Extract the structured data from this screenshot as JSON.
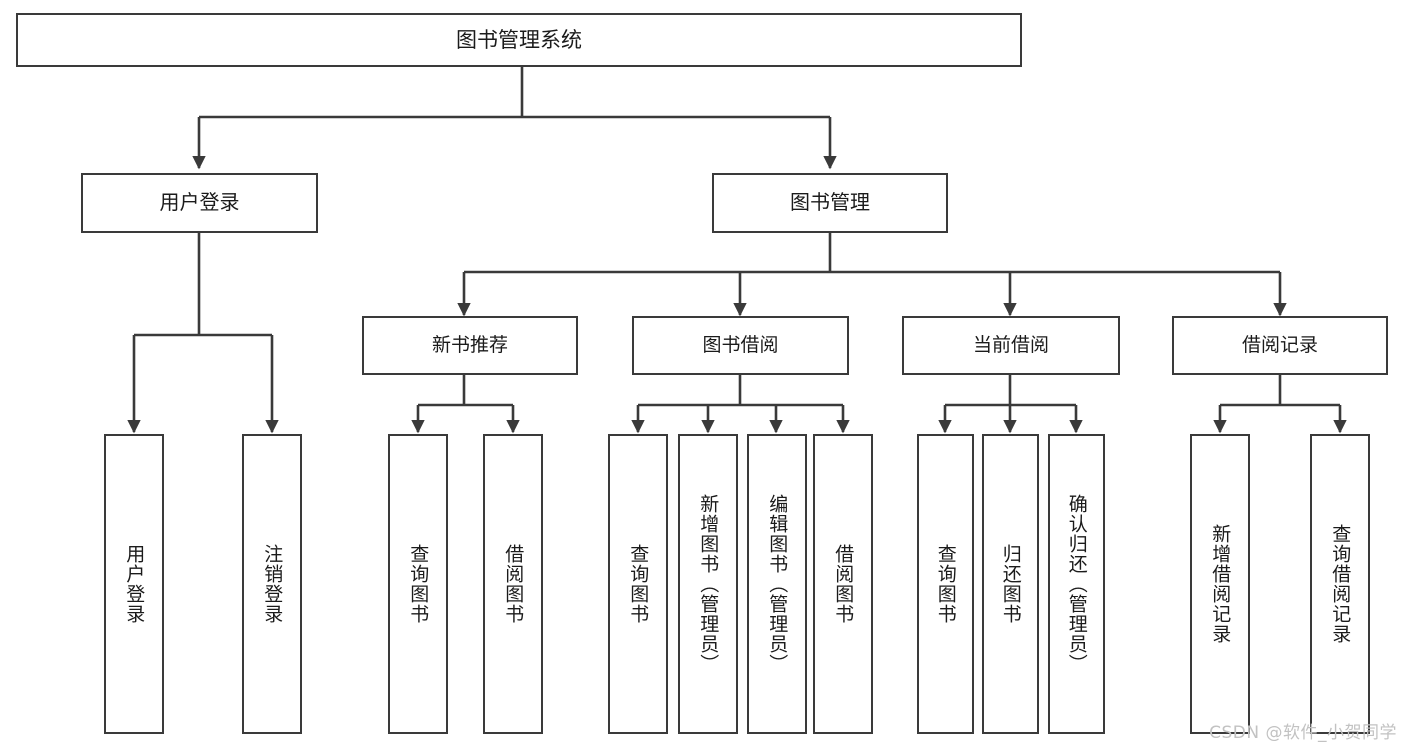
{
  "diagram": {
    "title": "图书管理系统",
    "type": "tree-hierarchy-chart",
    "line_color": "#3a3a3a",
    "box_fill": "#ffffff",
    "text_color": "#1b1b1b",
    "root": {
      "label": "图书管理系统"
    },
    "level1": [
      {
        "label": "用户登录"
      },
      {
        "label": "图书管理"
      }
    ],
    "level2": [
      {
        "label": "新书推荐"
      },
      {
        "label": "图书借阅"
      },
      {
        "label": "当前借阅"
      },
      {
        "label": "借阅记录"
      }
    ],
    "leaves": {
      "user_login": [
        {
          "label": "用户登录"
        },
        {
          "label": "注销登录"
        }
      ],
      "new_book_recommend": [
        {
          "label": "查询图书"
        },
        {
          "label": "借阅图书"
        }
      ],
      "book_borrow": [
        {
          "label": "查询图书"
        },
        {
          "label": "新增图书（管理员）"
        },
        {
          "label": "编辑图书（管理员）"
        },
        {
          "label": "借阅图书"
        }
      ],
      "current_borrow": [
        {
          "label": "查询图书"
        },
        {
          "label": "归还图书"
        },
        {
          "label": "确认归还（管理员）"
        }
      ],
      "borrow_record": [
        {
          "label": "新增借阅记录"
        },
        {
          "label": "查询借阅记录"
        }
      ]
    }
  },
  "watermark": {
    "text": "CSDN @软件_小贺同学"
  }
}
